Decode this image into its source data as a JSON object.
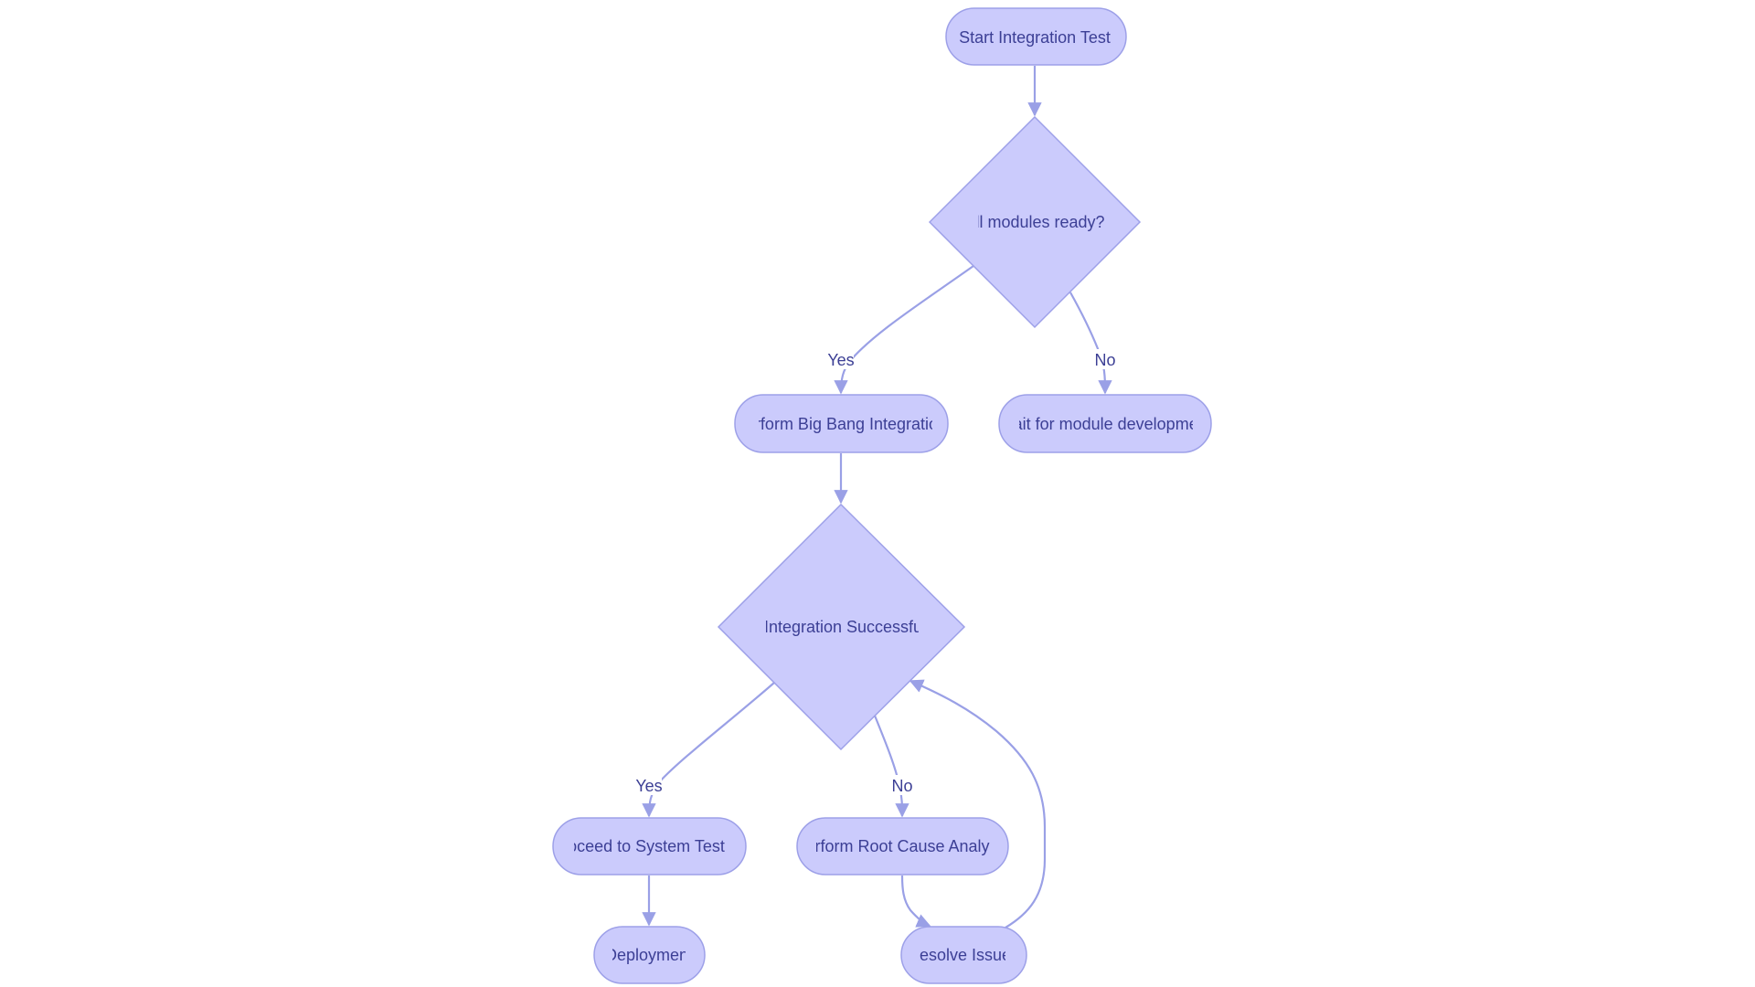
{
  "diagram": {
    "type": "flowchart",
    "colors": {
      "node_fill": "#cbcbfc",
      "node_stroke": "#9da0e8",
      "edge": "#9aa0e6",
      "text": "#3c3f95",
      "background": "#ffffff"
    },
    "nodes": {
      "start": {
        "label": "Start Integration Test",
        "shape": "stadium"
      },
      "modules_ready": {
        "label": "All modules ready?",
        "shape": "diamond"
      },
      "big_bang": {
        "label": "Perform Big Bang Integration",
        "shape": "stadium"
      },
      "wait": {
        "label": "Wait for module development",
        "shape": "stadium"
      },
      "integration_success": {
        "label": "Is Integration Successful?",
        "shape": "diamond"
      },
      "system_test": {
        "label": "Proceed to System Testing",
        "shape": "stadium"
      },
      "root_cause": {
        "label": "Perform Root Cause Analysis",
        "shape": "stadium"
      },
      "deployment": {
        "label": "Deployment",
        "shape": "stadium"
      },
      "resolve": {
        "label": "Resolve Issues",
        "shape": "stadium"
      }
    },
    "edges": [
      {
        "from": "start",
        "to": "modules_ready",
        "label": ""
      },
      {
        "from": "modules_ready",
        "to": "big_bang",
        "label": "Yes"
      },
      {
        "from": "modules_ready",
        "to": "wait",
        "label": "No"
      },
      {
        "from": "big_bang",
        "to": "integration_success",
        "label": ""
      },
      {
        "from": "integration_success",
        "to": "system_test",
        "label": "Yes"
      },
      {
        "from": "integration_success",
        "to": "root_cause",
        "label": "No"
      },
      {
        "from": "system_test",
        "to": "deployment",
        "label": ""
      },
      {
        "from": "root_cause",
        "to": "resolve",
        "label": ""
      },
      {
        "from": "resolve",
        "to": "integration_success",
        "label": ""
      }
    ]
  }
}
